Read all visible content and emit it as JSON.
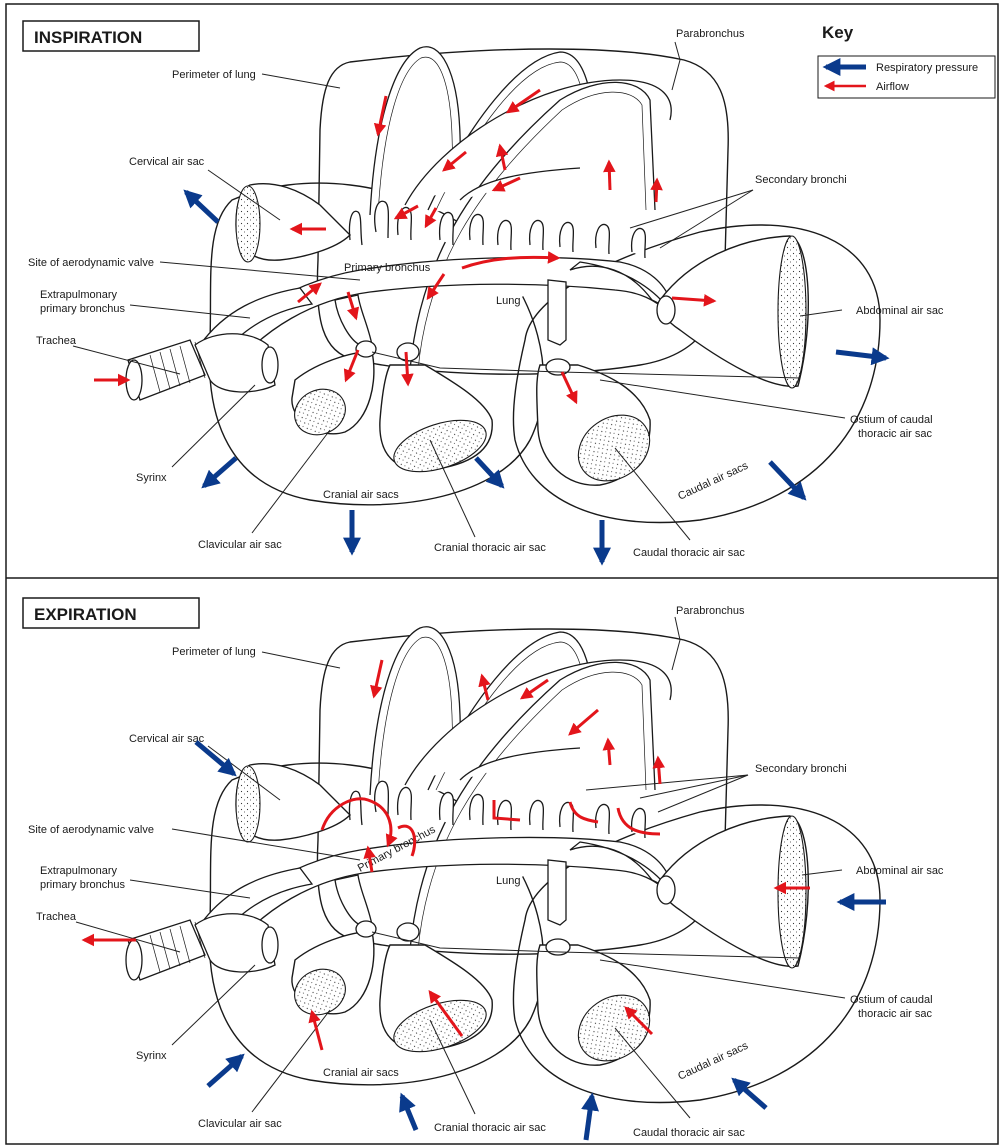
{
  "colors": {
    "respiratory_pressure": "#0a3a8c",
    "airflow": "#e3151b",
    "ink": "#1a1a1a"
  },
  "key": {
    "title": "Key",
    "respiratory_pressure": "Respiratory pressure",
    "airflow": "Airflow"
  },
  "inspiration": {
    "title": "INSPIRATION",
    "labels": {
      "parabronchus": "Parabronchus",
      "perimeter_of_lung": "Perimeter of lung",
      "cervical_air_sac": "Cervical air sac",
      "secondary_bronchi": "Secondary bronchi",
      "site_of_aerodynamic_valve": "Site of aerodynamic valve",
      "primary_bronchus": "Primary bronchus",
      "extrapulmonary_line1": "Extrapulmonary",
      "extrapulmonary_line2": "primary bronchus",
      "lung": "Lung",
      "abdominal_air_sac": "Abdominal air sac",
      "trachea": "Trachea",
      "ostium_line1": "Ostium of caudal",
      "ostium_line2": "thoracic air sac",
      "syrinx": "Syrinx",
      "cranial_air_sacs": "Cranial air sacs",
      "caudal_air_sacs": "Caudal air sacs",
      "clavicular_air_sac": "Clavicular air sac",
      "cranial_thoracic_air_sac": "Cranial thoracic air sac",
      "caudal_thoracic_air_sac": "Caudal thoracic air sac"
    }
  },
  "expiration": {
    "title": "EXPIRATION",
    "labels": {
      "parabronchus": "Parabronchus",
      "perimeter_of_lung": "Perimeter of lung",
      "cervical_air_sac": "Cervical air sac",
      "secondary_bronchi": "Secondary bronchi",
      "site_of_aerodynamic_valve": "Site of aerodynamic valve",
      "primary_bronchus": "Primary bronchus",
      "extrapulmonary_line1": "Extrapulmonary",
      "extrapulmonary_line2": "primary bronchus",
      "lung": "Lung",
      "abdominal_air_sac": "Abdominal air sac",
      "trachea": "Trachea",
      "ostium_line1": "Ostium of caudal",
      "ostium_line2": "thoracic air sac",
      "syrinx": "Syrinx",
      "cranial_air_sacs": "Cranial air sacs",
      "caudal_air_sacs": "Caudal air sacs",
      "clavicular_air_sac": "Clavicular air sac",
      "cranial_thoracic_air_sac": "Cranial thoracic air sac",
      "caudal_thoracic_air_sac": "Caudal thoracic air sac"
    }
  }
}
